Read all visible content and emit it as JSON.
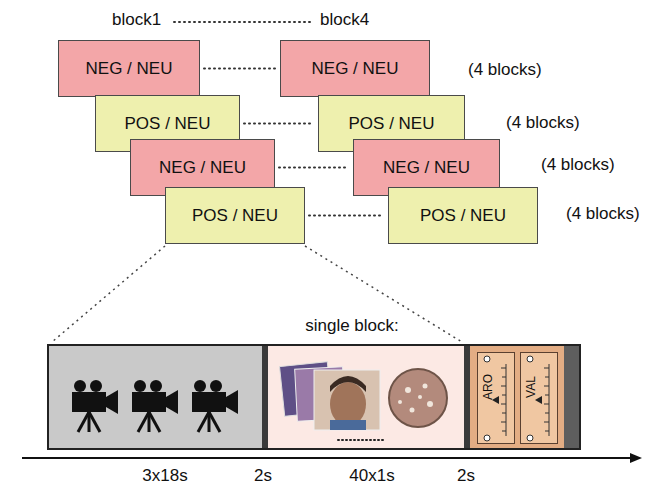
{
  "diagram": {
    "nodes": [
      {
        "text": [
          "NEG / NEU"
        ]
      },
      {
        "text": [
          "NEG / NEU"
        ]
      },
      {
        "text": [
          "POS / NEU"
        ]
      },
      {
        "text": [
          "POS / NEU"
        ]
      },
      {
        "text": [
          "NEG / NEU"
        ]
      },
      {
        "text": [
          "NEG / NEU"
        ]
      },
      {
        "text": [
          "POS / NEU"
        ]
      },
      {
        "text": [
          "POS / NEU"
        ]
      },
      {
        "text": [
          "ARO"
        ]
      },
      {
        "text": [
          "VAL"
        ]
      }
    ],
    "edges": [
      {
        "from": 0,
        "to": 1,
        "arrow": "none"
      },
      {
        "from": 2,
        "to": 3,
        "arrow": "none"
      },
      {
        "from": 4,
        "to": 5,
        "arrow": "none"
      },
      {
        "from": 6,
        "to": 7,
        "arrow": "none"
      }
    ],
    "labels": [
      "block1",
      "block4",
      "(4 blocks)",
      "(4 blocks)",
      "(4 blocks)",
      "(4 blocks)",
      "single block:",
      "3x18s",
      "2s",
      "40x1s",
      "2s"
    ]
  }
}
